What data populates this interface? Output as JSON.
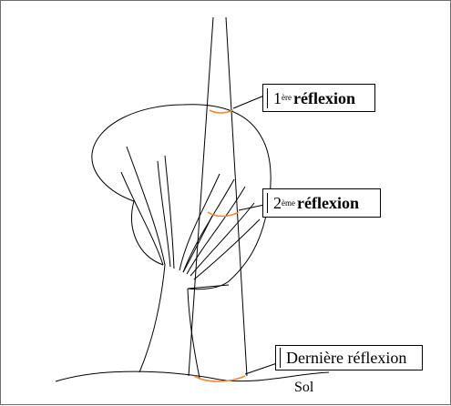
{
  "colors": {
    "stroke": "#000000",
    "reflection": "#f08a3a"
  },
  "labels": {
    "first": {
      "num": "1",
      "sup": "ère",
      "word": "réflexion"
    },
    "second": {
      "num": "2",
      "sup": "ème",
      "word": "réflexion"
    },
    "last": {
      "text": "Dernière réflexion"
    },
    "ground": "Sol"
  }
}
